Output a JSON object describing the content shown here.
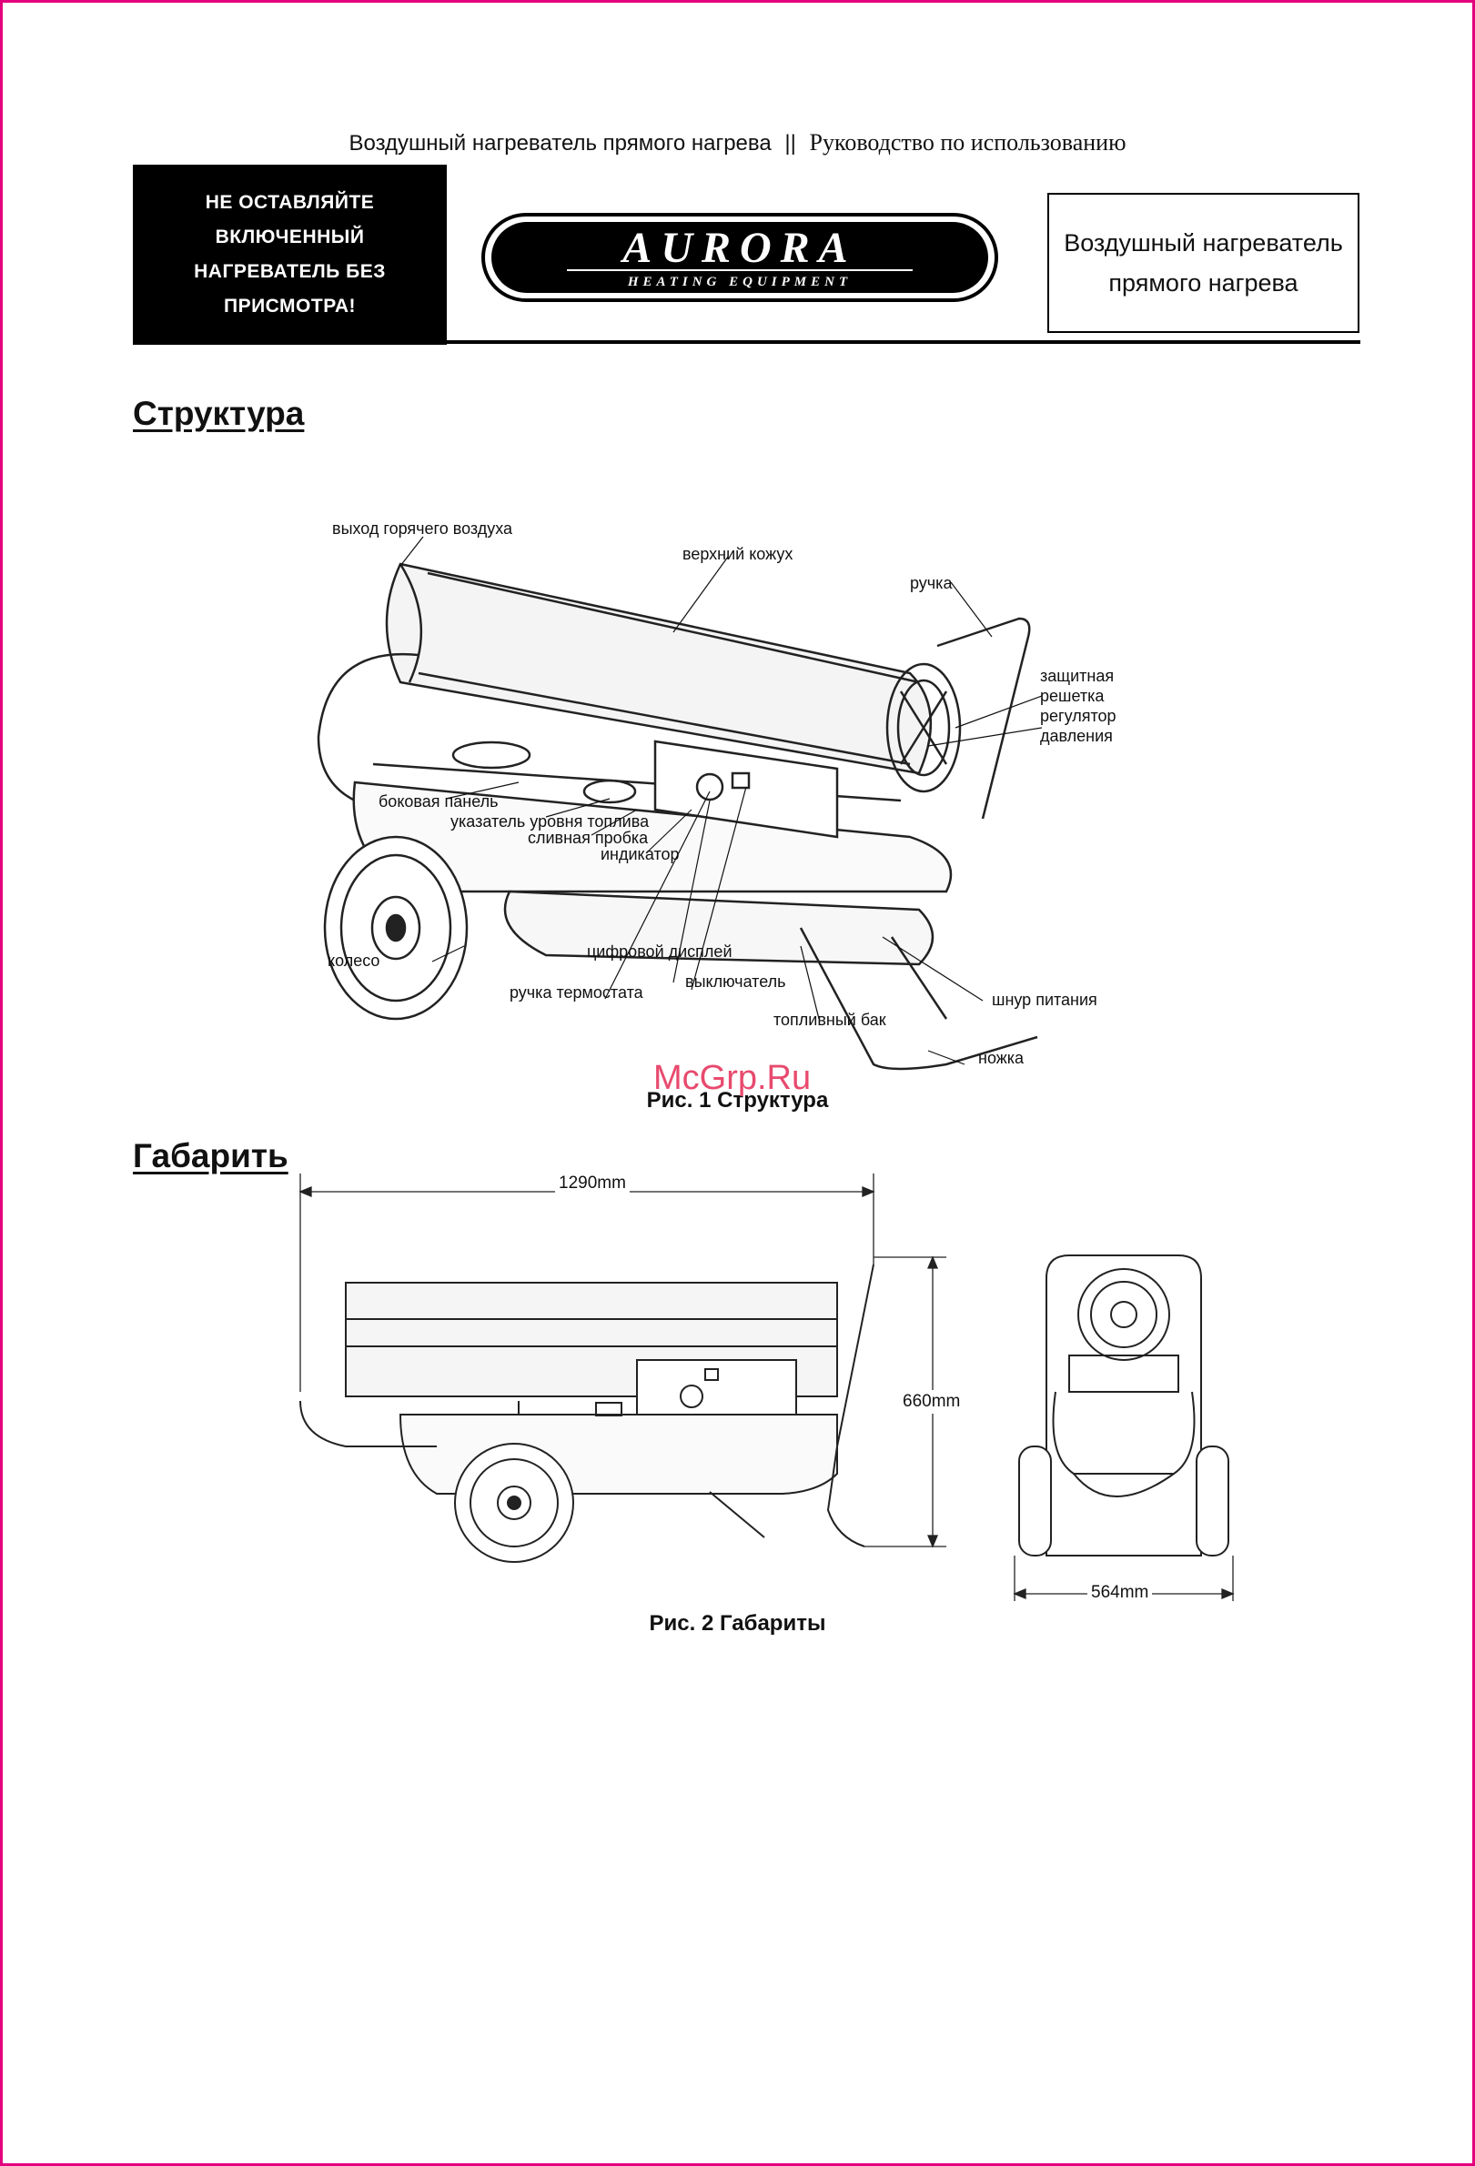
{
  "header": {
    "left": "Воздушный нагреватель прямого нагрева",
    "separator": "||",
    "right": "Руководство по использованию"
  },
  "warning": {
    "lines": [
      "НЕ ОСТАВЛЯЙТЕ",
      "ВКЛЮЧЕННЫЙ",
      "НАГРЕВАТЕЛЬ БЕЗ",
      "ПРИСМОТРА!"
    ]
  },
  "logo": {
    "brand": "AURORA",
    "tagline": "HEATING EQUIPMENT"
  },
  "title_box": {
    "lines": [
      "Воздушный нагреватель",
      "прямого нагрева"
    ]
  },
  "sections": {
    "structure": "Структура",
    "dimensions": "Габарить"
  },
  "figure1": {
    "labels": {
      "hot_air_outlet": "выход горячего воздуха",
      "top_cover": "верхний кожух",
      "handle": "ручка",
      "guard": "защитная",
      "guard2": "решетка",
      "pressure": "регулятор",
      "pressure2": "давления",
      "side_panel": "боковая панель",
      "fuel_gauge": "указатель уровня топлива",
      "drain_plug": "сливная пробка",
      "indicator": "индикатор",
      "wheel": "колесо",
      "display": "цифровой дисплей",
      "thermostat": "ручка термостата",
      "switch": "выключатель",
      "power_cord": "шнур питания",
      "fuel_tank": "топливный бак",
      "leg": "ножка"
    },
    "caption": "Рис. 1 Структура"
  },
  "figure2": {
    "length": "1290mm",
    "height": "660mm",
    "width": "564mm",
    "caption": "Рис. 2 Габариты"
  },
  "watermark": "McGrp.Ru"
}
